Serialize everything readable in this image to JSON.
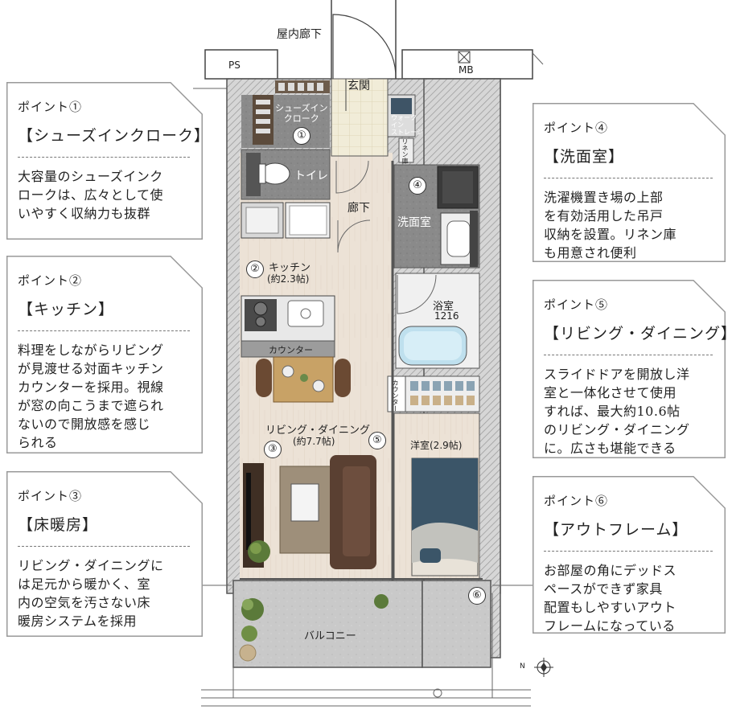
{
  "plan": {
    "corridor_label": "屋内廊下",
    "ps_label": "PS",
    "mb_label": "MB",
    "rooms": {
      "genkan": "玄関",
      "shoes_in_cloak": "シューズイン\nクローク",
      "wi_storage": "ウォーク\nイン\nストレージ",
      "shelf": "リネン庫",
      "toilet": "トイレ",
      "hallway": "廊下",
      "washroom": "洗面室",
      "kitchen": "キッチン",
      "kitchen_size": "(約2.3帖)",
      "counter": "カウンター",
      "bath": "浴室",
      "bath_size": "1216",
      "counter_small": "カウンター",
      "living": "リビング・ダイニング",
      "living_size": "(約7.7帖)",
      "western": "洋室(2.9帖)",
      "balcony": "バルコニー"
    },
    "markers": [
      "①",
      "②",
      "③",
      "④",
      "⑤",
      "⑥"
    ],
    "compass": "N"
  },
  "callouts": [
    {
      "point": "ポイント①",
      "title": "【シューズインクローク】",
      "body": "大容量のシューズインク\nロークは、広々として使\nいやすく収納力も抜群"
    },
    {
      "point": "ポイント②",
      "title": "【キッチン】",
      "body": "料理をしながらリビング\nが見渡せる対面キッチン\nカウンターを採用。視線\nが窓の向こうまで遮られ\nないので開放感を感じ\nられる"
    },
    {
      "point": "ポイント③",
      "title": "【床暖房】",
      "body": "リビング・ダイニングに\nは足元から暖かく、室\n内の空気を汚さない床\n暖房システムを採用"
    },
    {
      "point": "ポイント④",
      "title": "【洗面室】",
      "body": "洗濯機置き場の上部\nを有効活用した吊戸\n収納を設置。リネン庫\nも用意され便利"
    },
    {
      "point": "ポイント⑤",
      "title": "【リビング・ダイニング】",
      "body": "スライドドアを開放し洋\n室と一体化させて使用\nすれば、最大約10.6帖\nのリビング・ダイニング\nに。広さも堪能できる"
    },
    {
      "point": "ポイント⑥",
      "title": "【アウトフレーム】",
      "body": "お部屋の角にデッドス\nペースができず家具\n配置もしやすいアウト\nフレームになっている"
    }
  ]
}
